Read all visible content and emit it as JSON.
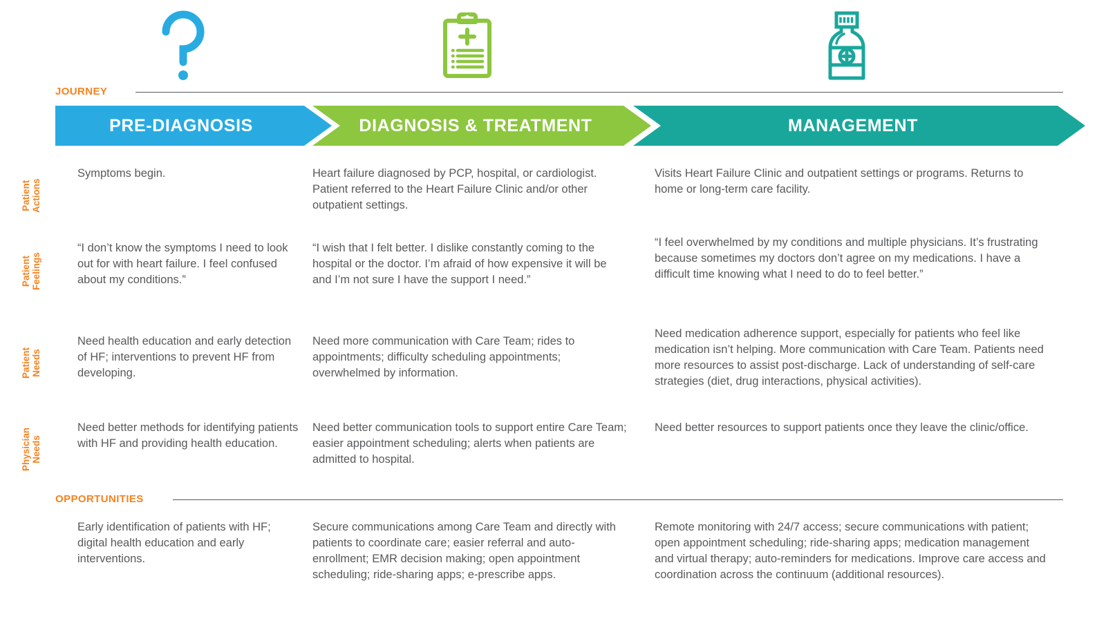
{
  "header": {
    "journey_label": "JOURNEY",
    "opportunities_label": "OPPORTUNITIES"
  },
  "icons": [
    {
      "name": "question-mark-icon",
      "stage": "PRE-DIAGNOSIS",
      "color": "#29abe2"
    },
    {
      "name": "clipboard-medical-icon",
      "stage": "DIAGNOSIS & TREATMENT",
      "color": "#8dc63f"
    },
    {
      "name": "medicine-bottle-icon",
      "stage": "MANAGEMENT",
      "color": "#1aa79b"
    }
  ],
  "stages": [
    {
      "label": "PRE-DIAGNOSIS",
      "color": "#29abe2"
    },
    {
      "label": "DIAGNOSIS & TREATMENT",
      "color": "#8dc63f"
    },
    {
      "label": "MANAGEMENT",
      "color": "#1aa79b"
    }
  ],
  "rows": [
    {
      "label_line1": "Patient",
      "label_line2": "Actions",
      "cells": [
        "Symptoms begin.",
        "Heart failure diagnosed by PCP, hospital, or cardiologist. Patient referred to the Heart Failure Clinic and/or other outpatient settings.",
        "Visits Heart Failure Clinic and outpatient settings or programs. Returns to home or long-term care facility."
      ]
    },
    {
      "label_line1": "Patient",
      "label_line2": "Feelings",
      "cells": [
        "“I don’t know the symptoms I need to look out for with heart failure. I feel confused about my conditions.”",
        "“I wish that I felt better. I dislike constantly coming to the hospital or the doctor. I’m afraid of how expensive it will be and I’m not sure I have the support I need.”",
        "“I feel overwhelmed by my conditions and multiple physicians. It’s frustrating because sometimes my doctors don’t agree on my medications. I have a difficult time knowing what I need to do to feel better.”"
      ]
    },
    {
      "label_line1": "Patient",
      "label_line2": "Needs",
      "cells": [
        "Need health education and early detection of HF; interventions to prevent HF from developing.",
        "Need more communication with Care Team; rides to appointments; difficulty scheduling appointments; overwhelmed by information.",
        "Need medication adherence support, especially for patients who feel like medication isn’t helping. More communication with Care Team. Patients need more resources to assist post-discharge. Lack of understanding of self-care strategies (diet, drug interactions, physical activities)."
      ]
    },
    {
      "label_line1": "Physician",
      "label_line2": "Needs",
      "cells": [
        "Need better methods for identifying patients with HF and providing health education.",
        "Need better communication tools to support entire Care Team; easier appointment scheduling; alerts when patients are admitted to hospital.",
        "Need better resources to support patients once they leave the clinic/office."
      ]
    }
  ],
  "opportunities": {
    "cells": [
      "Early identification of patients with HF; digital health education and early interventions.",
      "Secure communications among Care Team and directly with patients to coordinate care; easier referral and auto-enrollment; EMR decision making; open appointment scheduling; ride-sharing apps; e-prescribe apps.",
      "Remote monitoring with 24/7 access; secure communications with patient; open appointment scheduling; ride-sharing apps; medication management and virtual therapy; auto-reminders for medications. Improve care access and coordination across the continuum (additional resources)."
    ]
  },
  "colors": {
    "accent_orange": "#f58220",
    "text_gray": "#58595b",
    "stage1_blue": "#29abe2",
    "stage2_green": "#8dc63f",
    "stage3_teal": "#1aa79b"
  }
}
